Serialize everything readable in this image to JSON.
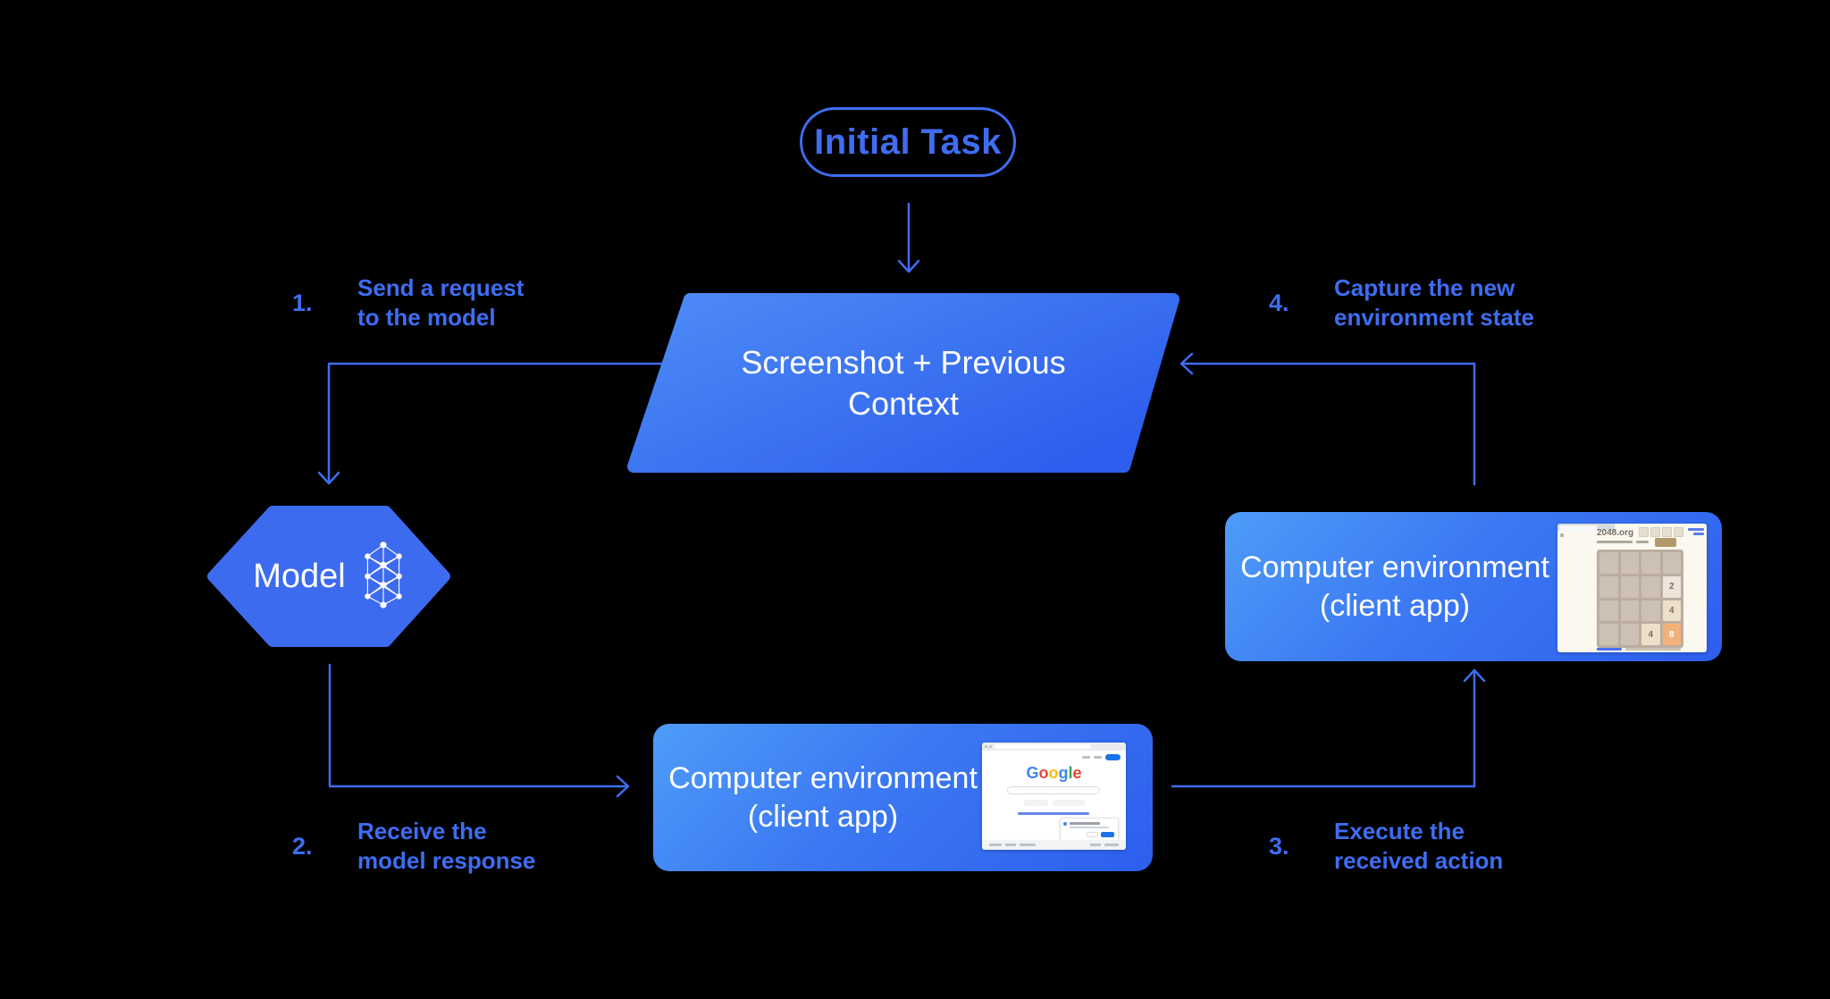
{
  "diagram": {
    "colors": {
      "background": "#000000",
      "accent_blue": "#3E6DF2",
      "node_fill": "#3D6BEF",
      "gradient_light": "#4E9CF8",
      "gradient_dark": "#2D5EED",
      "text_on_fill": "#FFFFFF"
    },
    "title_node": {
      "label": "Initial Task"
    },
    "context_node": {
      "line1": "Screenshot + Previous",
      "line2": "Context"
    },
    "model_node": {
      "label": "Model"
    },
    "env_bottom_node": {
      "line1": "Computer environment",
      "line2": "(client app)"
    },
    "env_right_node": {
      "line1": "Computer environment",
      "line2": "(client app)"
    },
    "steps": [
      {
        "num": "1.",
        "line1": "Send a request",
        "line2": "to the model"
      },
      {
        "num": "2.",
        "line1": "Receive the",
        "line2": "model response"
      },
      {
        "num": "3.",
        "line1": "Execute the",
        "line2": "received action"
      },
      {
        "num": "4.",
        "line1": "Capture the new",
        "line2": "environment state"
      }
    ]
  },
  "google_thumb": {
    "logo_letters": [
      {
        "ch": "G",
        "color": "#4285F4"
      },
      {
        "ch": "o",
        "color": "#EA4335"
      },
      {
        "ch": "o",
        "color": "#FBBC05"
      },
      {
        "ch": "g",
        "color": "#4285F4"
      },
      {
        "ch": "l",
        "color": "#34A853"
      },
      {
        "ch": "e",
        "color": "#EA4335"
      }
    ]
  },
  "game_thumb": {
    "site_title": "2048.org",
    "tiles": [
      {
        "row": 2,
        "col": 4,
        "value": "2",
        "color": "#EEE4DA"
      },
      {
        "row": 3,
        "col": 4,
        "value": "4",
        "color": "#EDE0C8"
      },
      {
        "row": 4,
        "col": 3,
        "value": "4",
        "color": "#EDE0C8"
      },
      {
        "row": 4,
        "col": 4,
        "value": "8",
        "color": "#F2B179"
      }
    ]
  }
}
